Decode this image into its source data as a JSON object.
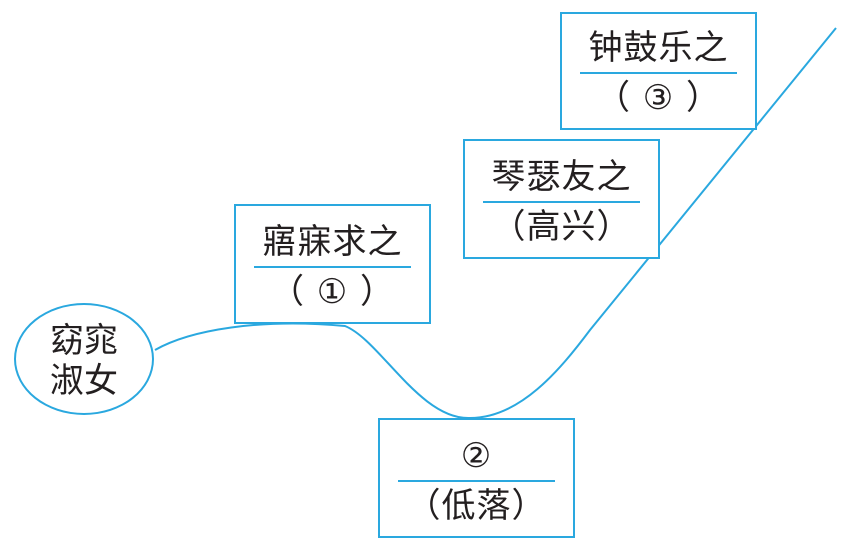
{
  "colors": {
    "accent": "#2aa8df",
    "text": "#231f20",
    "background": "#ffffff"
  },
  "start": {
    "line1": "窈窕",
    "line2": "淑女"
  },
  "nodes": {
    "pursue": {
      "top": "寤寐求之",
      "bottom": "（ ① ）"
    },
    "low": {
      "top": "②",
      "bottom": "（低落）"
    },
    "friend": {
      "top": "琴瑟友之",
      "bottom": "（高兴）"
    },
    "joy": {
      "top": "钟鼓乐之",
      "bottom": "（ ③ ）"
    }
  }
}
